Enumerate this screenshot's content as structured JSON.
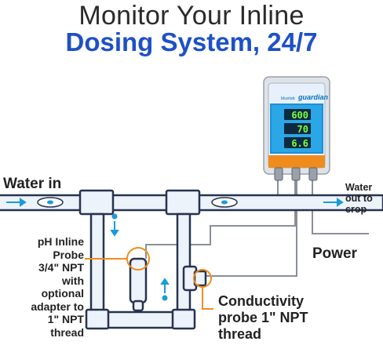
{
  "header": {
    "line1": "Monitor Your Inline",
    "line2": "Dosing System, 24/7"
  },
  "device": {
    "brand_prefix": "bluelab",
    "brand_name": "guardian",
    "readings": [
      "600",
      "70",
      "6.6"
    ]
  },
  "labels": {
    "water_in": "Water in",
    "water_out": [
      "Water",
      "out to",
      "crop"
    ],
    "power": "Power",
    "ph_probe": [
      "pH Inline",
      "Probe",
      "3/4\" NPT",
      "with",
      "optional",
      "adapter to",
      "1\" NPT",
      "thread"
    ],
    "conductivity_probe": [
      "Conductivity",
      "probe 1\" NPT",
      "thread"
    ]
  },
  "colors": {
    "headline_blue": "#1e50c8",
    "pipe_fill": "#edf3fb",
    "pipe_stroke": "#27334f",
    "flow_blue": "#1a9bd7",
    "callout_orange": "#f08c1e",
    "device_blue": "#0072bc",
    "display_green": "#7dff3c"
  }
}
